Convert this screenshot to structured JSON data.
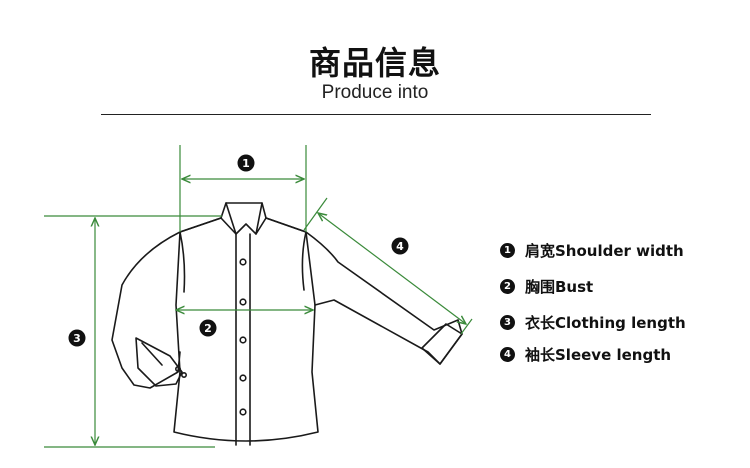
{
  "header": {
    "title": "商品信息",
    "subtitle": "Produce into"
  },
  "markers": {
    "m1": "1",
    "m2": "2",
    "m3": "3",
    "m4": "4"
  },
  "legend": {
    "items": [
      {
        "num": "1",
        "label": "肩宽Shoulder width"
      },
      {
        "num": "2",
        "label": "胸围Bust"
      },
      {
        "num": "3",
        "label": "衣长Clothing length"
      },
      {
        "num": "4",
        "label": "袖长Sleeve length"
      }
    ]
  },
  "colors": {
    "measure_line": "#3a8a3a",
    "outline": "#1a1a1a",
    "badge": "#111111"
  }
}
